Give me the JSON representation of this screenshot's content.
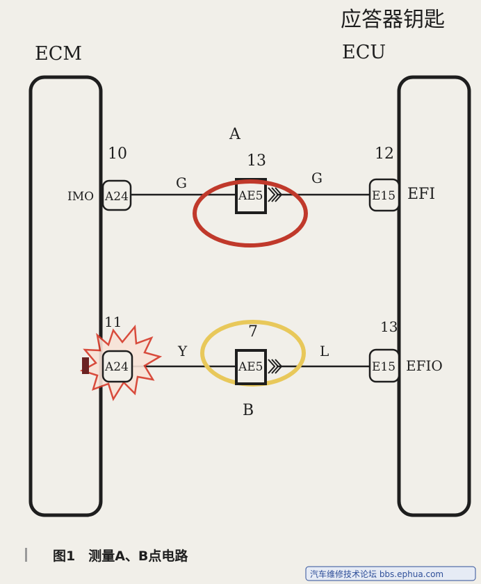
{
  "header": {
    "key_title": "应答器钥匙"
  },
  "modules": {
    "left": {
      "name": "ECM"
    },
    "right": {
      "name": "ECU"
    }
  },
  "circuit_a": {
    "label": "A",
    "left_pin": "10",
    "left_terminal": "IMO",
    "left_connector": "A24",
    "left_wire": "G",
    "middle_pin": "13",
    "middle_connector": "AE5",
    "right_wire": "G",
    "right_pin": "12",
    "right_connector": "E15",
    "right_terminal": "EFI",
    "ring_color": "#c0392b"
  },
  "circuit_b": {
    "label": "B",
    "left_pin": "11",
    "left_connector": "A24",
    "left_wire": "Y",
    "middle_pin": "7",
    "middle_connector": "AE5",
    "right_wire": "L",
    "right_pin": "13",
    "right_connector": "E15",
    "right_terminal": "EFIO",
    "ring_color": "#e8c85a",
    "fault_color": "#d63a2a"
  },
  "caption": {
    "text": "图1　测量A、B点电路"
  },
  "watermark": {
    "text": "汽车维修技术论坛 bbs.ephua.com"
  }
}
